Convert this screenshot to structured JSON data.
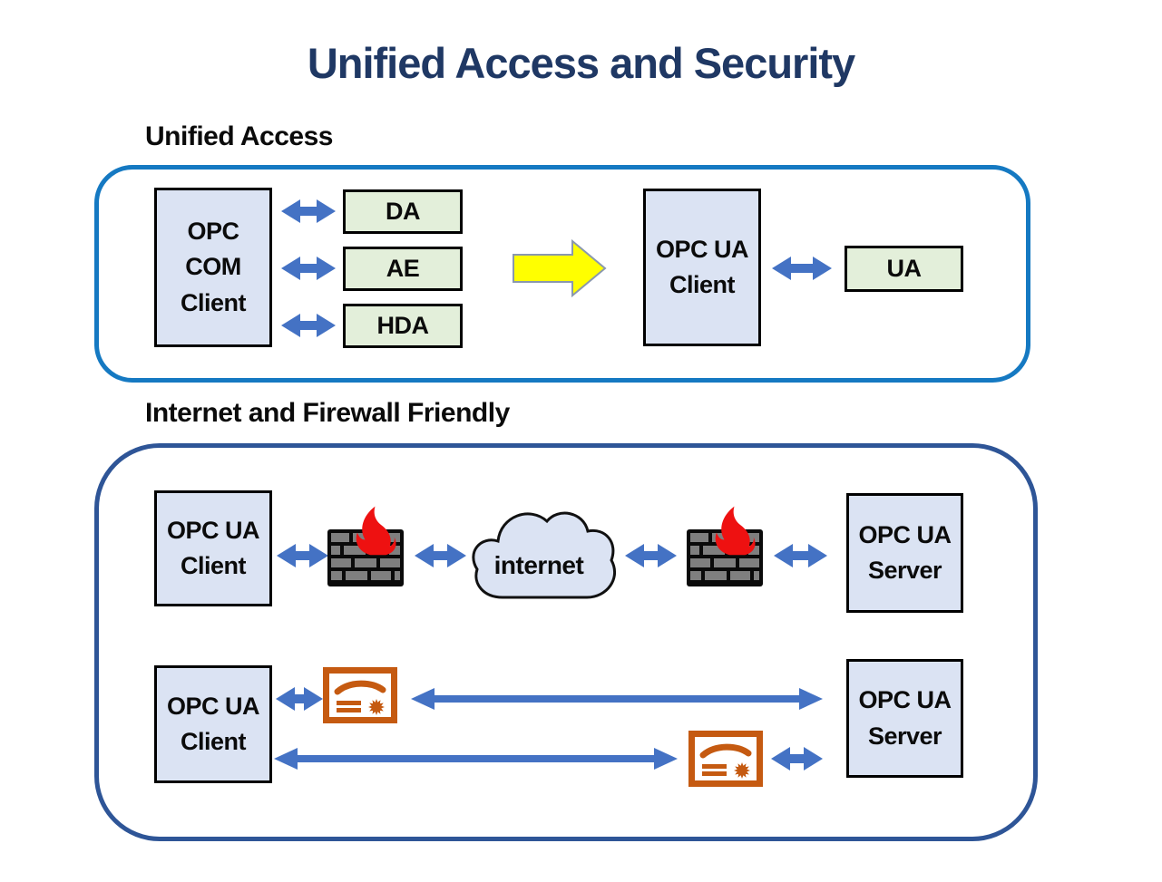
{
  "page": {
    "title": "Unified Access and Security"
  },
  "section1": {
    "label": "Unified Access",
    "nodes": {
      "com_client": "OPC\nCOM\nClient",
      "da": "DA",
      "ae": "AE",
      "hda": "HDA",
      "ua_client": "OPC UA\nClient",
      "ua": "UA"
    }
  },
  "section2": {
    "label": "Internet and Firewall Friendly",
    "nodes": {
      "client_top": "OPC UA\nClient",
      "internet": "internet",
      "server_top": "OPC UA\nServer",
      "client_bottom": "OPC UA\nClient",
      "server_bottom": "OPC UA\nServer"
    }
  },
  "icons": {
    "double_arrow": "double-headed-arrow",
    "transform_arrow": "big-right-arrow",
    "firewall": "brick-wall-with-flame",
    "cloud": "internet-cloud",
    "certificate": "certificate-with-seal"
  },
  "colors": {
    "title": "#1F3864",
    "arrow_blue": "#4472C4",
    "section1_border": "#1579C2",
    "section2_border": "#2E5597",
    "node_blue_fill": "#DBE3F3",
    "node_green_fill": "#E3EFDA",
    "flame_red": "#EE1111",
    "brick_gray": "#7F7F7F",
    "cert_orange": "#C55A11",
    "highlight_yellow": "#FFFF00"
  }
}
